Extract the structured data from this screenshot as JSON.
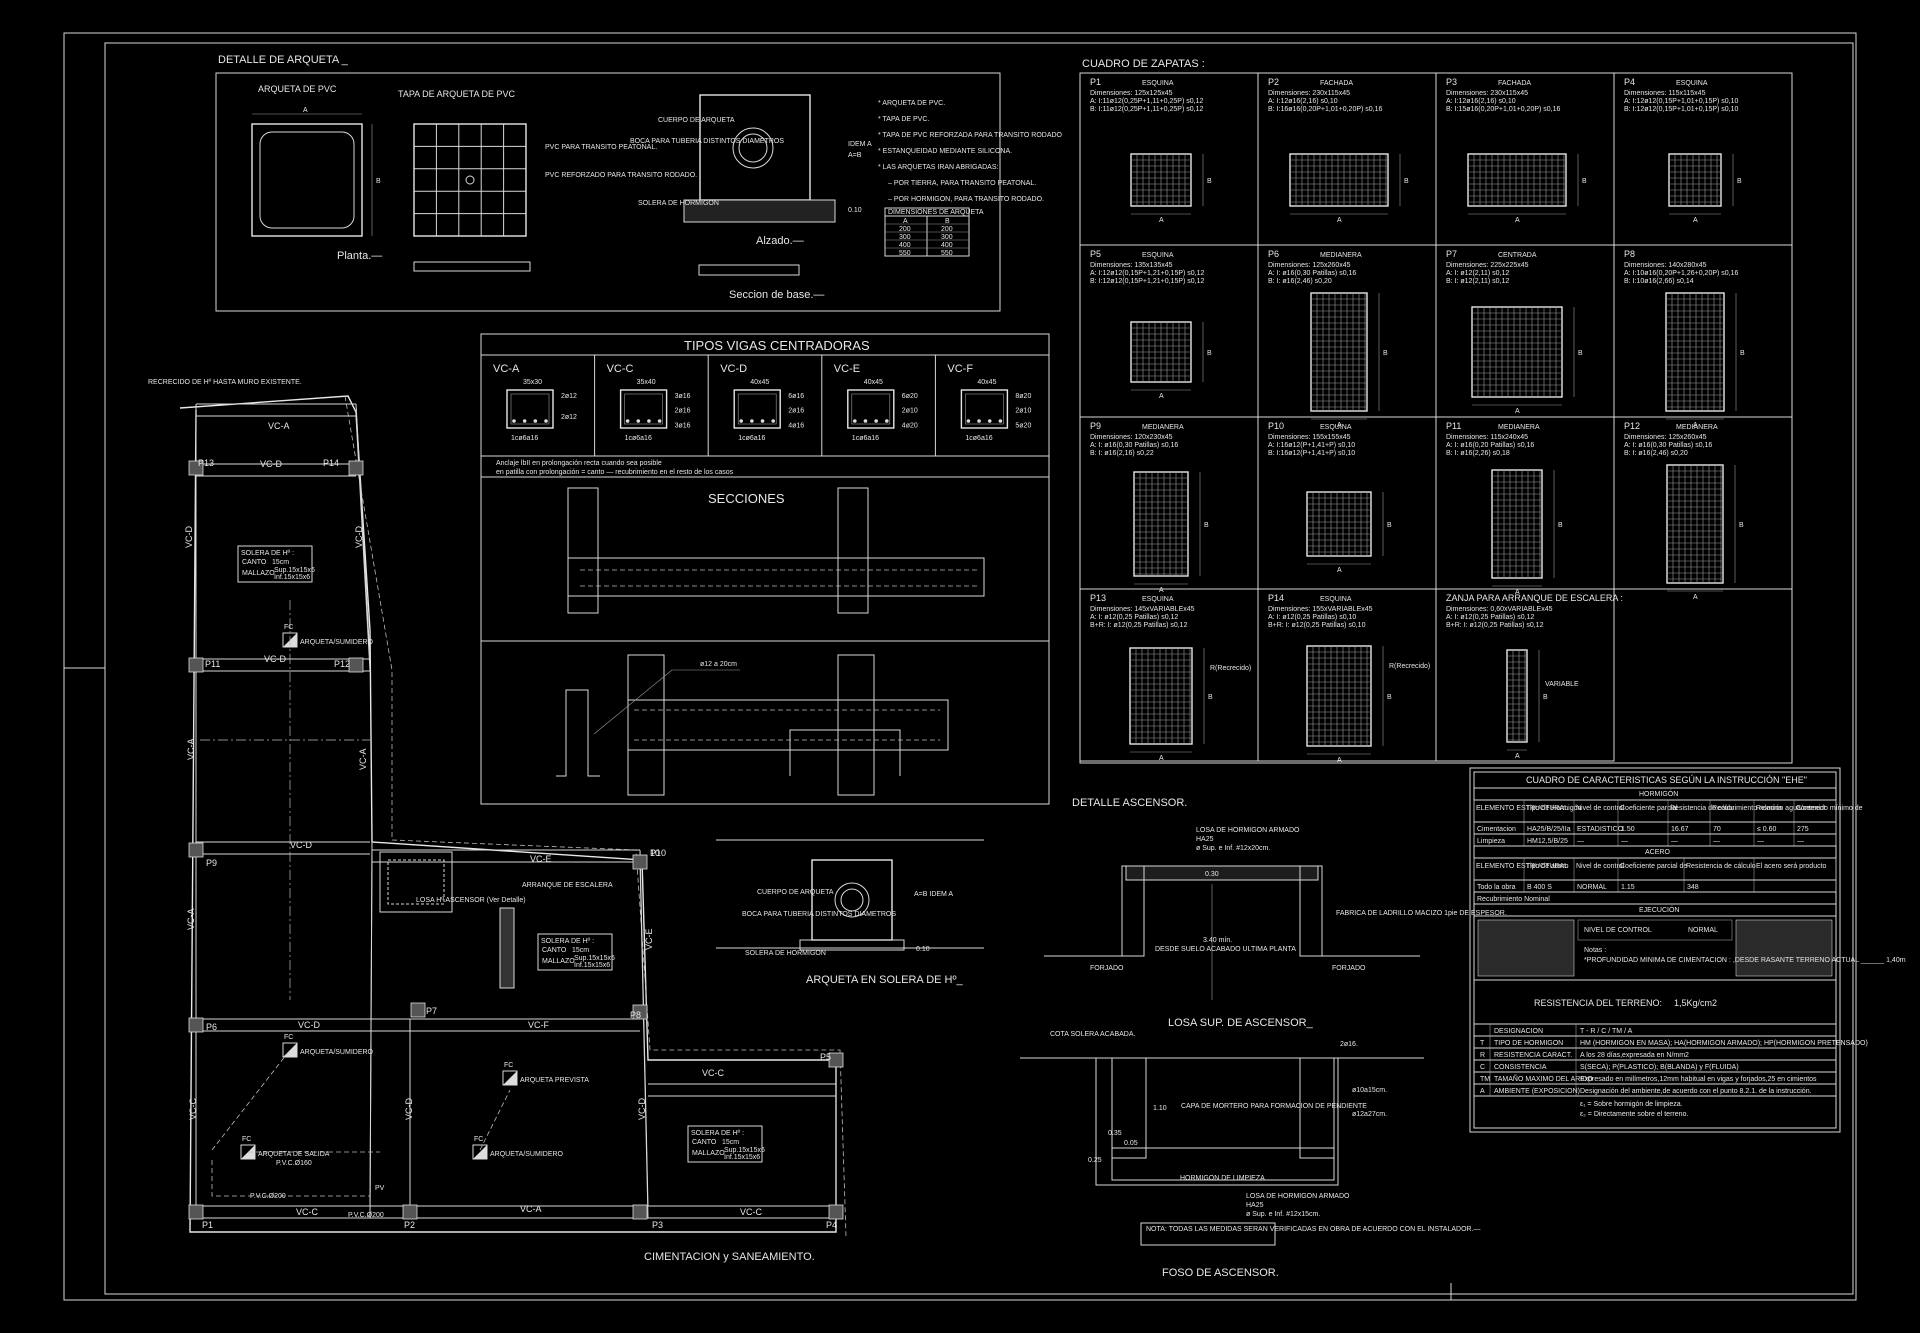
{
  "arqueta": {
    "title": "DETALLE DE ARQUETA _",
    "pvc_label": "ARQUETA DE PVC",
    "tapa_label": "TAPA DE ARQUETA DE PVC",
    "planta": "Planta.—",
    "alzado": "Alzado.—",
    "seccion_base": "Seccion de base.—",
    "dim_a": "A",
    "dim_b": "B",
    "idem": "IDEM A",
    "ab": "A=B",
    "h010": "0.10",
    "note_transito_peatonal": "PVC PARA TRANSITO PEATONAL.",
    "note_transito_rodado": "PVC REFORZADO PARA TRANSITO RODADO.",
    "cuerpo": "CUERPO DE ARQUETA",
    "boca": "BOCA PARA TUBERIA DISTINTOS DIAMETROS",
    "solera": "SOLERA DE HORMIGON",
    "notes": [
      "* ARQUETA DE PVC.",
      "* TAPA DE PVC.",
      "* TAPA DE PVC REFORZADA PARA TRANSITO RODADO",
      "* ESTANQUEIDAD MEDIANTE SILICONA.",
      "* LAS ARQUETAS IRAN ABRIGADAS:",
      "– POR TIERRA, PARA TRANSITO PEATONAL.",
      "– POR HORMIGON, PARA TRANSITO RODADO."
    ],
    "dim_table_title": "DIMENSIONES DE ARQUETA",
    "dim_table_head": [
      "A",
      "B"
    ],
    "dim_table_rows": [
      [
        "200",
        "200"
      ],
      [
        "300",
        "300"
      ],
      [
        "400",
        "400"
      ],
      [
        "550",
        "550"
      ]
    ]
  },
  "vigas": {
    "title": "TIPOS VIGAS CENTRADORAS",
    "types": [
      {
        "name": "VC-A",
        "size": "35x30",
        "bars": [
          "2ø12",
          "2ø12"
        ],
        "stirrup": "1cø6a16"
      },
      {
        "name": "VC-C",
        "size": "35x40",
        "bars": [
          "3ø16",
          "2ø16",
          "3ø16"
        ],
        "stirrup": "1cø6a16"
      },
      {
        "name": "VC-D",
        "size": "40x45",
        "bars": [
          "6ø16",
          "2ø16",
          "4ø16"
        ],
        "stirrup": "1cø6a16"
      },
      {
        "name": "VC-E",
        "size": "40x45",
        "bars": [
          "6ø20",
          "2ø10",
          "4ø20"
        ],
        "stirrup": "1cø6a16"
      },
      {
        "name": "VC-F",
        "size": "40x45",
        "bars": [
          "8ø20",
          "2ø10",
          "5ø20"
        ],
        "stirrup": "1cø6a16"
      }
    ],
    "note1": "Anclaje lbII en prolongación recta cuando sea posible",
    "note2": "en patilla con prolongación = canto — recubrimiento en el resto de los casos",
    "secciones": "SECCIONES",
    "rebar_label": "ø12 a 20cm"
  },
  "zapatas": {
    "title": "CUADRO DE ZAPATAS :",
    "cells": [
      {
        "id": "P1",
        "type": "ESQUINA",
        "dims": "Dimensiones: 125x125x45",
        "a": "A: I:11ø12(0,25P+1,11+0,25P) s0,12",
        "b": "B: I:11ø12(0,25P+1,11+0,25P) s0,12"
      },
      {
        "id": "P2",
        "type": "FACHADA",
        "dims": "Dimensiones: 230x115x45",
        "a": "A: I:12ø16(2,16) s0,10",
        "b": "B: I:16ø16(0,20P+1,01+0,20P) s0,16"
      },
      {
        "id": "P3",
        "type": "FACHADA",
        "dims": "Dimensiones: 230x115x45",
        "a": "A: I:12ø16(2,16) s0,10",
        "b": "B: I:15ø16(0,20P+1,01+0,20P) s0,16"
      },
      {
        "id": "P4",
        "type": "ESQUINA",
        "dims": "Dimensiones: 115x115x45",
        "a": "A: I:12ø12(0,15P+1,01+0,15P) s0,10",
        "b": "B: I:12ø12(0,15P+1,01+0,15P) s0,10"
      },
      {
        "id": "P5",
        "type": "ESQUINA",
        "dims": "Dimensiones: 135x135x45",
        "a": "A: I:12ø12(0,15P+1,21+0,15P) s0,12",
        "b": "B: I:12ø12(0,15P+1,21+0,15P) s0,12"
      },
      {
        "id": "P6",
        "type": "MEDIANERA",
        "dims": "Dimensiones: 125x260x45",
        "a": "A: I: ø16(0,30 Patillas) s0,16",
        "b": "B: I: ø16(2,46) s0,20"
      },
      {
        "id": "P7",
        "type": "CENTRADA",
        "dims": "Dimensiones: 225x225x45",
        "a": "A: I: ø12(2,11) s0,12",
        "b": "B: I: ø12(2,11) s0,12"
      },
      {
        "id": "P8",
        "type": "",
        "dims": "Dimensiones: 140x280x45",
        "a": "A: I:10ø16(0,20P+1,26+0,20P) s0,16",
        "b": "B: I:10ø16(2,66) s0,14"
      },
      {
        "id": "P9",
        "type": "MEDIANERA",
        "dims": "Dimensiones: 120x230x45",
        "a": "A: I: ø16(0,30 Patillas) s0,16",
        "b": "B: I: ø16(2,16) s0,22"
      },
      {
        "id": "P10",
        "type": "ESQUINA",
        "dims": "Dimensiones: 155x155x45",
        "a": "A: I:16ø12(P+1,41+P) s0,10",
        "b": "B: I:16ø12(P+1,41+P) s0,10"
      },
      {
        "id": "P11",
        "type": "MEDIANERA",
        "dims": "Dimensiones: 115x240x45",
        "a": "A: I: ø16(0,20 Patillas) s0,16",
        "b": "B: I: ø16(2,26) s0,18"
      },
      {
        "id": "P12",
        "type": "MEDIANERA",
        "dims": "Dimensiones: 125x260x45",
        "a": "A: I: ø16(0,30 Patillas) s0,16",
        "b": "B: I: ø16(2,46) s0,20"
      },
      {
        "id": "P13",
        "type": "ESQUINA",
        "dims": "Dimensiones: 145xVARIABLEx45",
        "a": "A: I: ø12(0,25 Patillas) s0,12",
        "b": "B+R: I: ø12(0,25 Patillas) s0,12"
      },
      {
        "id": "P14",
        "type": "ESQUINA",
        "dims": "Dimensiones: 155xVARIABLEx45",
        "a": "A: I: ø12(0,25 Patillas) s0,10",
        "b": "B+R: I: ø12(0,25 Patillas) s0,10"
      },
      {
        "id": "ZANJA PARA ARRANQUE DE ESCALERA :",
        "type": "",
        "dims": "Dimensiones: 0,60xVARIABLEx45",
        "a": "A: I: ø12(0,25 Patillas) s0,12",
        "b": "B+R: I: ø12(0,25 Patillas) s0,12"
      }
    ],
    "label_a": "A",
    "label_b": "B",
    "recrecido": "R(Recrecido)",
    "variable": "VARIABLE"
  },
  "plan": {
    "title": "CIMENTACION y SANEAMIENTO.",
    "recrecido_note": "RECRECIDO DE Hº HASTA MURO EXISTENTE.",
    "pillars": [
      "P1",
      "P2",
      "P3",
      "P4",
      "P5",
      "P6",
      "P7",
      "P8",
      "P9",
      "P10",
      "P11",
      "P12",
      "P13",
      "P14"
    ],
    "beams": [
      "VC-A",
      "VC-D",
      "VC-E",
      "VC-F",
      "VC-C"
    ],
    "solera_title": "SOLERA DE Hº :",
    "canto": "CANTO",
    "canto_val": "15cm",
    "mallazo": "MALLAZO",
    "mallazo_val1": "Sup.15x15x6",
    "mallazo_val2": "Inf.15x15x6",
    "fc": "FC",
    "arqueta_sumidero": "ARQUETA/SUMIDERO",
    "arqueta_salida": "ARQUETA DE SALIDA",
    "arqueta_prevista": "ARQUETA PREVISTA",
    "pvc160": "P.V.C.Ø160",
    "pvc200": "P.V.C.Ø200",
    "pv": "PV",
    "losa_ascensor": "LOSA Hº ASCENSOR (Ver Detalle)",
    "arranque_escalera": "ARRANQUE DE ESCALERA",
    "ten": "10"
  },
  "arqueta_solera": {
    "title": "ARQUETA EN SOLERA DE Hº_",
    "cuerpo": "CUERPO DE ARQUETA",
    "boca": "BOCA PARA TUBERIA DISTINTOS DIAMETROS",
    "solera": "SOLERA DE HORMIGON",
    "ab": "A=B IDEM A",
    "h": "0.10"
  },
  "ascensor": {
    "title": "DETALLE ASCENSOR.",
    "losa_title": "LOSA SUP. DE ASCENSOR_",
    "foso_title": "FOSO DE ASCENSOR.",
    "losa_note1": "LOSA DE HORMIGON ARMADO",
    "losa_note2": "HA25",
    "losa_note3": "ø Sup. e Inf. #12x20cm.",
    "dim030": "0.30",
    "dim340": "3.40 mín.",
    "desde": "DESDE SUELO ACABADO ULTIMA PLANTA",
    "fabrica": "FABRICA DE LADRILLO MACIZO 1pie DE ESPESOR.",
    "forjado": "FORJADO",
    "cota": "COTA SOLERA ACABADA.",
    "capa": "CAPA DE MORTERO PARA FORMACION DE PENDIENTE",
    "hormigon_limpieza": "HORMIGON DE LIMPIEZA",
    "losa_foso1": "LOSA DE HORMIGON ARMADO",
    "losa_foso2": "HA25",
    "losa_foso3": "ø Sup. e Inf. #12x15cm.",
    "d1": "2ø16.",
    "d2": "ø10a15cm.",
    "d3": "ø12a27cm.",
    "h110": "1.10",
    "w035": "0.35",
    "w025": "0.25",
    "w005": "0.05",
    "nota": "NOTA: TODAS LAS MEDIDAS SERAN VERIFICADAS EN OBRA DE ACUERDO CON EL INSTALADOR.—"
  },
  "ehe": {
    "title": "CUADRO DE CARACTERISTICAS SEGÚN LA INSTRUCCIÓN \"EHE\"",
    "hormigon": "HORMIGÓN",
    "h_head": [
      "ELEMENTO ESTRUCTURAL",
      "Tipo de Hormigón",
      "Nivel de control",
      "Coeficiente parcial de seguridad (%)",
      "Resistencia de cálculo (N/mm²)",
      "Recubrimiento nominal (mm)",
      "Relación agua/cemento",
      "Contenido mínimo de cemento (kg/m³)"
    ],
    "h_rows": [
      [
        "Cimentacion",
        "HA25/B/25/IIa",
        "ESTADISTICO",
        "1.50",
        "16.67",
        "70",
        "≤ 0.60",
        "275"
      ],
      [
        "Limpieza",
        "HM12,5/B/25",
        "—",
        "—",
        "—",
        "—",
        "—",
        "—"
      ]
    ],
    "acero": "ACERO",
    "a_head": [
      "ELEMENTO ESTRUCTURAL",
      "Tipo de acero",
      "Nivel de control",
      "Coeficiente parcial de seguridad (%)",
      "Resistencia de cálculo (N/mm²)",
      "El acero será producto certificado incluido su adherencia."
    ],
    "a_rows": [
      [
        "Todo la obra",
        "B 400 S",
        "NORMAL",
        "1.15",
        "348"
      ]
    ],
    "recubrimiento": "Recubrimiento Nominal",
    "ejecucion": "EJECUCIÓN",
    "nivel_control": "NIVEL DE CONTROL",
    "normal": "NORMAL",
    "notas": "Notas :",
    "nota_prof": "*PROFUNDIDAD MINIMA DE CIMENTACION : ,DESDE RASANTE TERRENO ACTUAL ______ 1,40m",
    "resistencia": "RESISTENCIA DEL TERRENO:",
    "resistencia_val": "1,5Kg/cm2",
    "designacion": "DESIGNACION",
    "desig_val": "T - R / C / TM / A",
    "rows": [
      [
        "T",
        "TIPO DE HORMIGON",
        "HM (HORMIGON EN MASA); HA(HORMIGON ARMADO); HP(HORMIGON PRETENSADO)"
      ],
      [
        "R",
        "RESISTENCIA CARACT.",
        "A los 28 días,expresada en N/mm2"
      ],
      [
        "C",
        "CONSISTENCIA",
        "S(SECA); P(PLASTICO); B(BLANDA) y F(FLUIDA)"
      ],
      [
        "TM",
        "TAMAÑO MAXIMO DEL ARIDO",
        "Expresado en milímetros,12mm habitual en vigas y forjados,25 en cimientos"
      ],
      [
        "A",
        "AMBIENTE (EXPOSICION)",
        "Designación del ambiente,de acuerdo con el punto 8.2.1. de la instrucción."
      ]
    ],
    "e1": "ε₁ = Sobre hormigón de limpieza.",
    "e2": "ε₂ = Directamente sobre el terreno."
  }
}
